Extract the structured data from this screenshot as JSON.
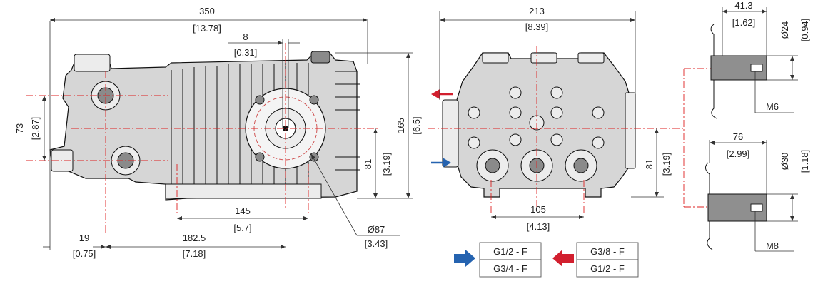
{
  "side_view": {
    "overall_length": {
      "mm": "350",
      "inch": "[13.78]"
    },
    "shaft_key": {
      "mm": "8",
      "inch": "[0.31]"
    },
    "ports_spacing": {
      "mm": "73",
      "inch": "[2.87]"
    },
    "height_total": {
      "mm": "165",
      "inch": "[6.5]"
    },
    "shaft_height": {
      "mm": "81",
      "inch": "[3.19]"
    },
    "foot_holes": {
      "mm": "145",
      "inch": "[5.7]"
    },
    "left_offset": {
      "mm": "19",
      "inch": "[0.75]"
    },
    "foot_to_shaft": {
      "mm": "182.5",
      "inch": "[7.18]"
    },
    "flange_dia": {
      "mm": "Ø87",
      "inch": "[3.43]"
    }
  },
  "front_view": {
    "overall_width": {
      "mm": "213",
      "inch": "[8.39]"
    },
    "shaft_height": {
      "mm": "81",
      "inch": "[3.19]"
    },
    "foot_holes": {
      "mm": "105",
      "inch": "[4.13]"
    }
  },
  "shaft_detail_top": {
    "length": {
      "mm": "41.3",
      "inch": "[1.62]"
    },
    "diameter": {
      "mm": "Ø24",
      "inch": "[0.94]"
    },
    "thread": "M6"
  },
  "shaft_detail_bottom": {
    "length": {
      "mm": "76",
      "inch": "[2.99]"
    },
    "diameter": {
      "mm": "Ø30",
      "inch": "[1.18]"
    },
    "thread": "M8"
  },
  "inlet_table": {
    "row1": "G1/2 - F",
    "row2": "G3/4 - F",
    "arrow_color": "#2563b0"
  },
  "outlet_table": {
    "row1": "G3/8 - F",
    "row2": "G1/2 - F",
    "arrow_color": "#d21f2e"
  },
  "colors": {
    "centerline": "#d22222",
    "inlet": "#2563b0",
    "outlet": "#d21f2e"
  }
}
